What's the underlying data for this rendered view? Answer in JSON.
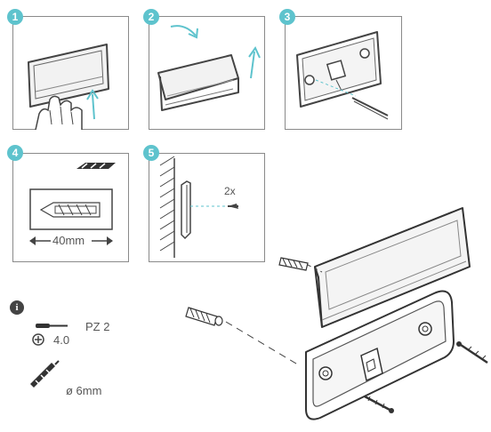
{
  "steps": [
    {
      "number": "1"
    },
    {
      "number": "2"
    },
    {
      "number": "3"
    },
    {
      "number": "4",
      "dimension_label": "40mm"
    },
    {
      "number": "5",
      "quantity_label": "2x"
    }
  ],
  "info": {
    "icon_label": "i",
    "screwdriver_label": "PZ 2",
    "screw_size_label": "4.0",
    "drill_label": "ø 6mm"
  },
  "colors": {
    "accent": "#5ec3cd",
    "line": "#555555",
    "panel_border": "#8a8a8a",
    "light_fill": "#f2f2f2"
  }
}
